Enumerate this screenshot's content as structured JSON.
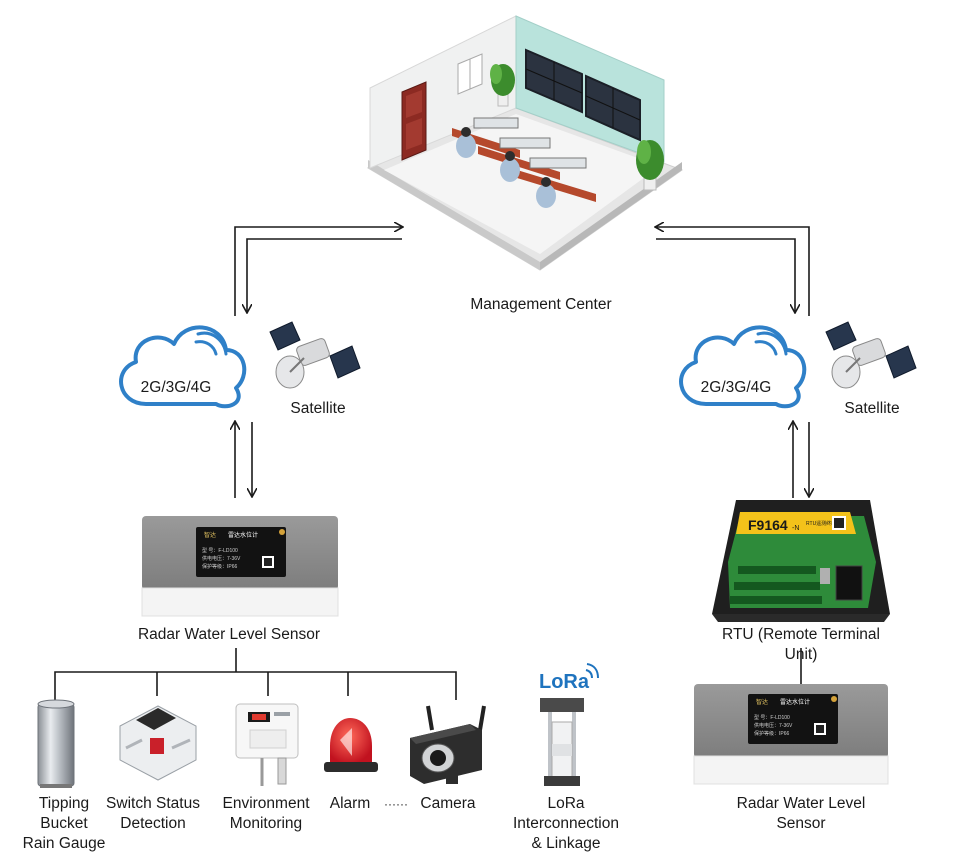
{
  "labels": {
    "management_center": "Management Center",
    "network_left": "2G/3G/4G",
    "satellite_left": "Satellite",
    "network_right": "2G/3G/4G",
    "satellite_right": "Satellite",
    "radar_left": "Radar Water Level Sensor",
    "rtu": "RTU (Remote Terminal Unit)",
    "radar_right": "Radar Water Level Sensor",
    "rain_gauge": "Tipping\nBucket\nRain Gauge",
    "switch_status": "Switch Status\nDetection",
    "environment": "Environment\nMonitoring",
    "alarm": "Alarm",
    "ellipsis": "······",
    "camera": "Camera",
    "lora_logo": "LoRa",
    "lora": "LoRa\nInterconnection\n& Linkage"
  },
  "device_text": {
    "sensor_brand": "智达",
    "sensor_title": "雷达水位计",
    "sensor_line1": "型    号：F-LD100",
    "sensor_line2": "供电电压：7-36V",
    "sensor_line3": "保护等级：IP66",
    "rtu_model": "F9164",
    "rtu_suffix": "-N",
    "rtu_sub": "RTU遥测终端机"
  },
  "colors": {
    "cloud": "#2f80c8",
    "lora": "#1e73be",
    "line": "#1a1a1a",
    "rtu_label": "#f4c21a",
    "rtu_board": "#2e8b3a"
  }
}
